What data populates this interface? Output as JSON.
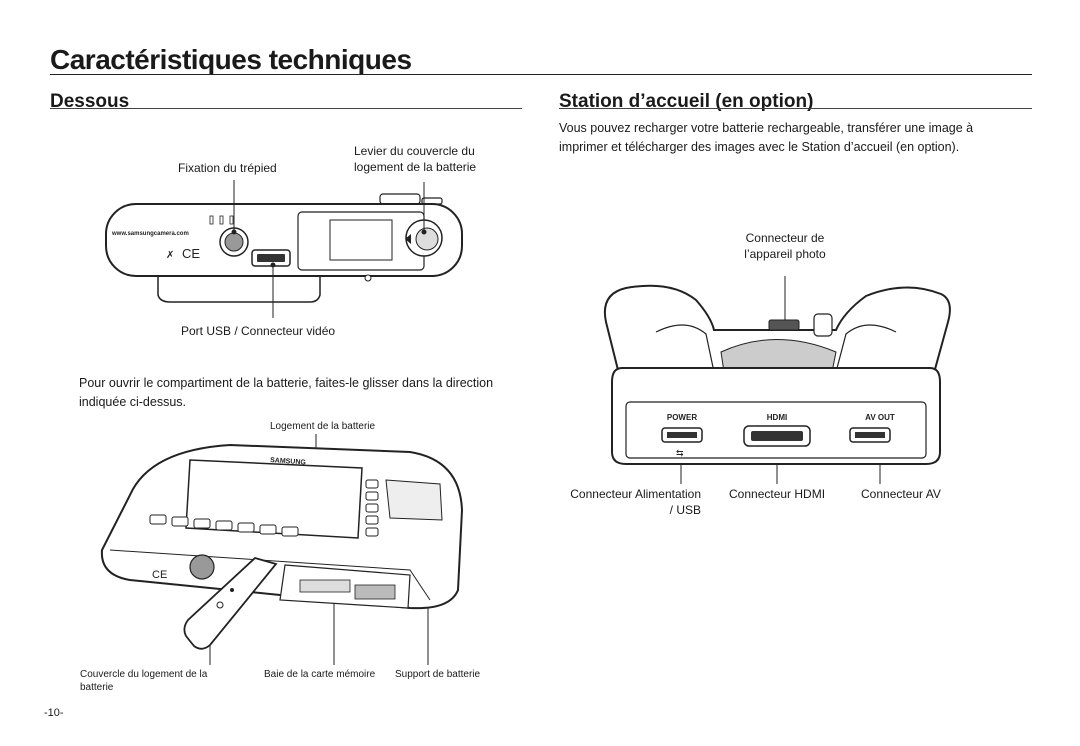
{
  "page": {
    "title": "Caractéristiques techniques",
    "page_number": "-10-"
  },
  "left": {
    "heading": "Dessous",
    "labels": {
      "tripod": "Fixation du trépied",
      "lever_line1": "Levier du couvercle du",
      "lever_line2": "logement de la batterie",
      "usb_port": "Port USB / Connecteur vidéo",
      "battery_slot": "Logement de la batterie",
      "cover_line1": "Couvercle du logement de la",
      "cover_line2": "batterie",
      "card_bay": "Baie de la carte mémoire",
      "battery_support": "Support de batterie"
    },
    "camera_text": {
      "website": "www.samsungcamera.com",
      "brand": "SAMSUNG"
    },
    "paragraph_line1": "Pour ouvrir le compartiment de la batterie, faites-le glisser dans la direction",
    "paragraph_line2": "indiquée ci-dessus."
  },
  "right": {
    "heading": "Station d’accueil (en option)",
    "paragraph_line1": "Vous pouvez recharger votre batterie rechargeable, transférer une image à",
    "paragraph_line2": "imprimer et télécharger des images avec le Station d’accueil (en option).",
    "labels": {
      "camera_connector_line1": "Connecteur de",
      "camera_connector_line2": "l’appareil photo",
      "power_line1": "Connecteur Alimentation",
      "power_line2": "/ USB",
      "hdmi": "Connecteur HDMI",
      "av": "Connecteur AV"
    },
    "dock_ports": {
      "power": "POWER",
      "hdmi": "HDMI",
      "av": "AV OUT"
    }
  }
}
